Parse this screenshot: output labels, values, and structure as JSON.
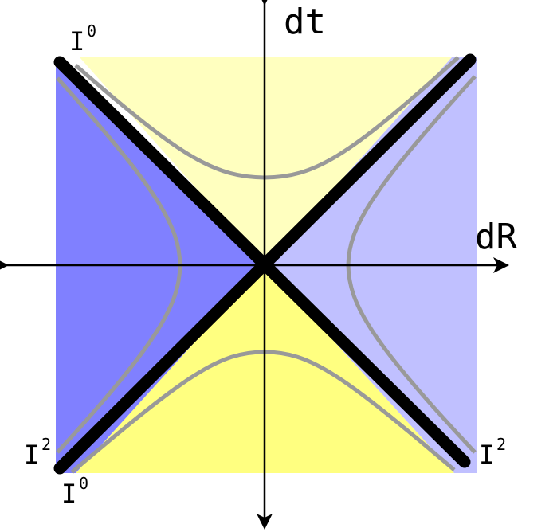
{
  "axes": {
    "vertical_label": "dt",
    "horizontal_label": "dR"
  },
  "corners": {
    "top_left": {
      "base": "I",
      "sup": "0"
    },
    "bottom_left_upper": {
      "base": "I",
      "sup": "2"
    },
    "bottom_left_lower": {
      "base": "I",
      "sup": "0"
    },
    "bottom_right": {
      "base": "I",
      "sup": "2"
    }
  },
  "colors": {
    "region_top": "#ffffbf",
    "region_bottom": "#ffff80",
    "region_left": "#8080ff",
    "region_right": "#c0c0ff",
    "light_cone": "#000000",
    "hyperbola": "#999999",
    "axis": "#000000"
  }
}
